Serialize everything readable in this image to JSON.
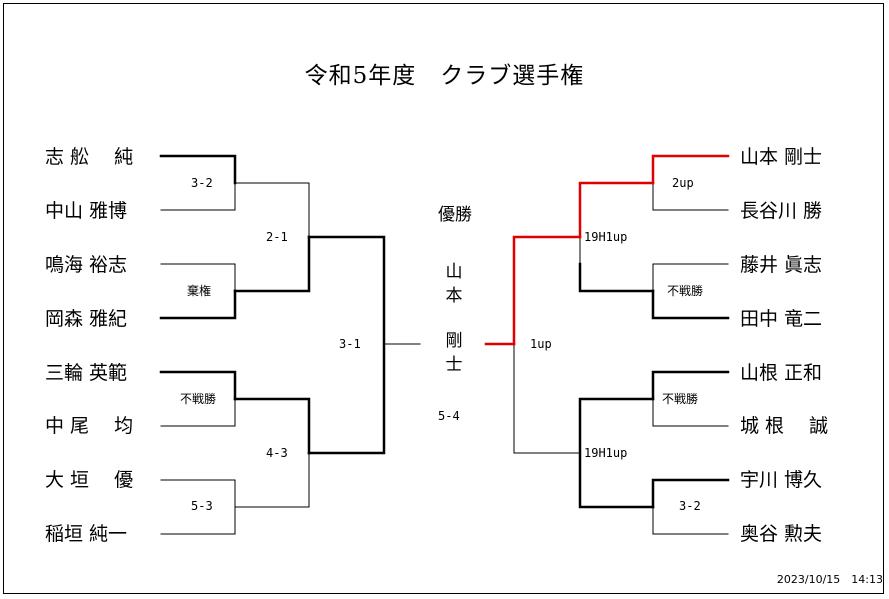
{
  "title": "令和5年度　クラブ選手権",
  "left_players": [
    "志 舩 　純",
    "中山 雅博",
    "鳴海 裕志",
    "岡森 雅紀",
    "三輪 英範",
    "中 尾 　均",
    "大 垣 　優",
    "稲垣 純一"
  ],
  "right_players": [
    "山本 剛士",
    "長谷川 勝",
    "藤井 眞志",
    "田中 竜二",
    "山根 正和",
    "城 根 　誠",
    "宇川 博久",
    "奥谷 勲夫"
  ],
  "scores": {
    "l_r1_a": "3-2",
    "l_r1_b": "棄権",
    "l_r1_c": "不戦勝",
    "l_r1_d": "5-3",
    "l_r2_a": "2-1",
    "l_r2_b": "4-3",
    "l_semi": "3-1",
    "r_r1_a": "2up",
    "r_r1_b": "不戦勝",
    "r_r1_c": "不戦勝",
    "r_r1_d": "3-2",
    "r_r2_a": "19H1up",
    "r_r2_b": "19H1up",
    "r_semi": "1up",
    "final": "5-4"
  },
  "champion": {
    "label": "優勝",
    "chars": [
      "山",
      "本",
      "剛",
      "士"
    ]
  },
  "timestamp": "2023/10/15　14:13",
  "colors": {
    "win_line": "#000000",
    "lose_line": "#000000",
    "champion_path": "#e00000"
  }
}
